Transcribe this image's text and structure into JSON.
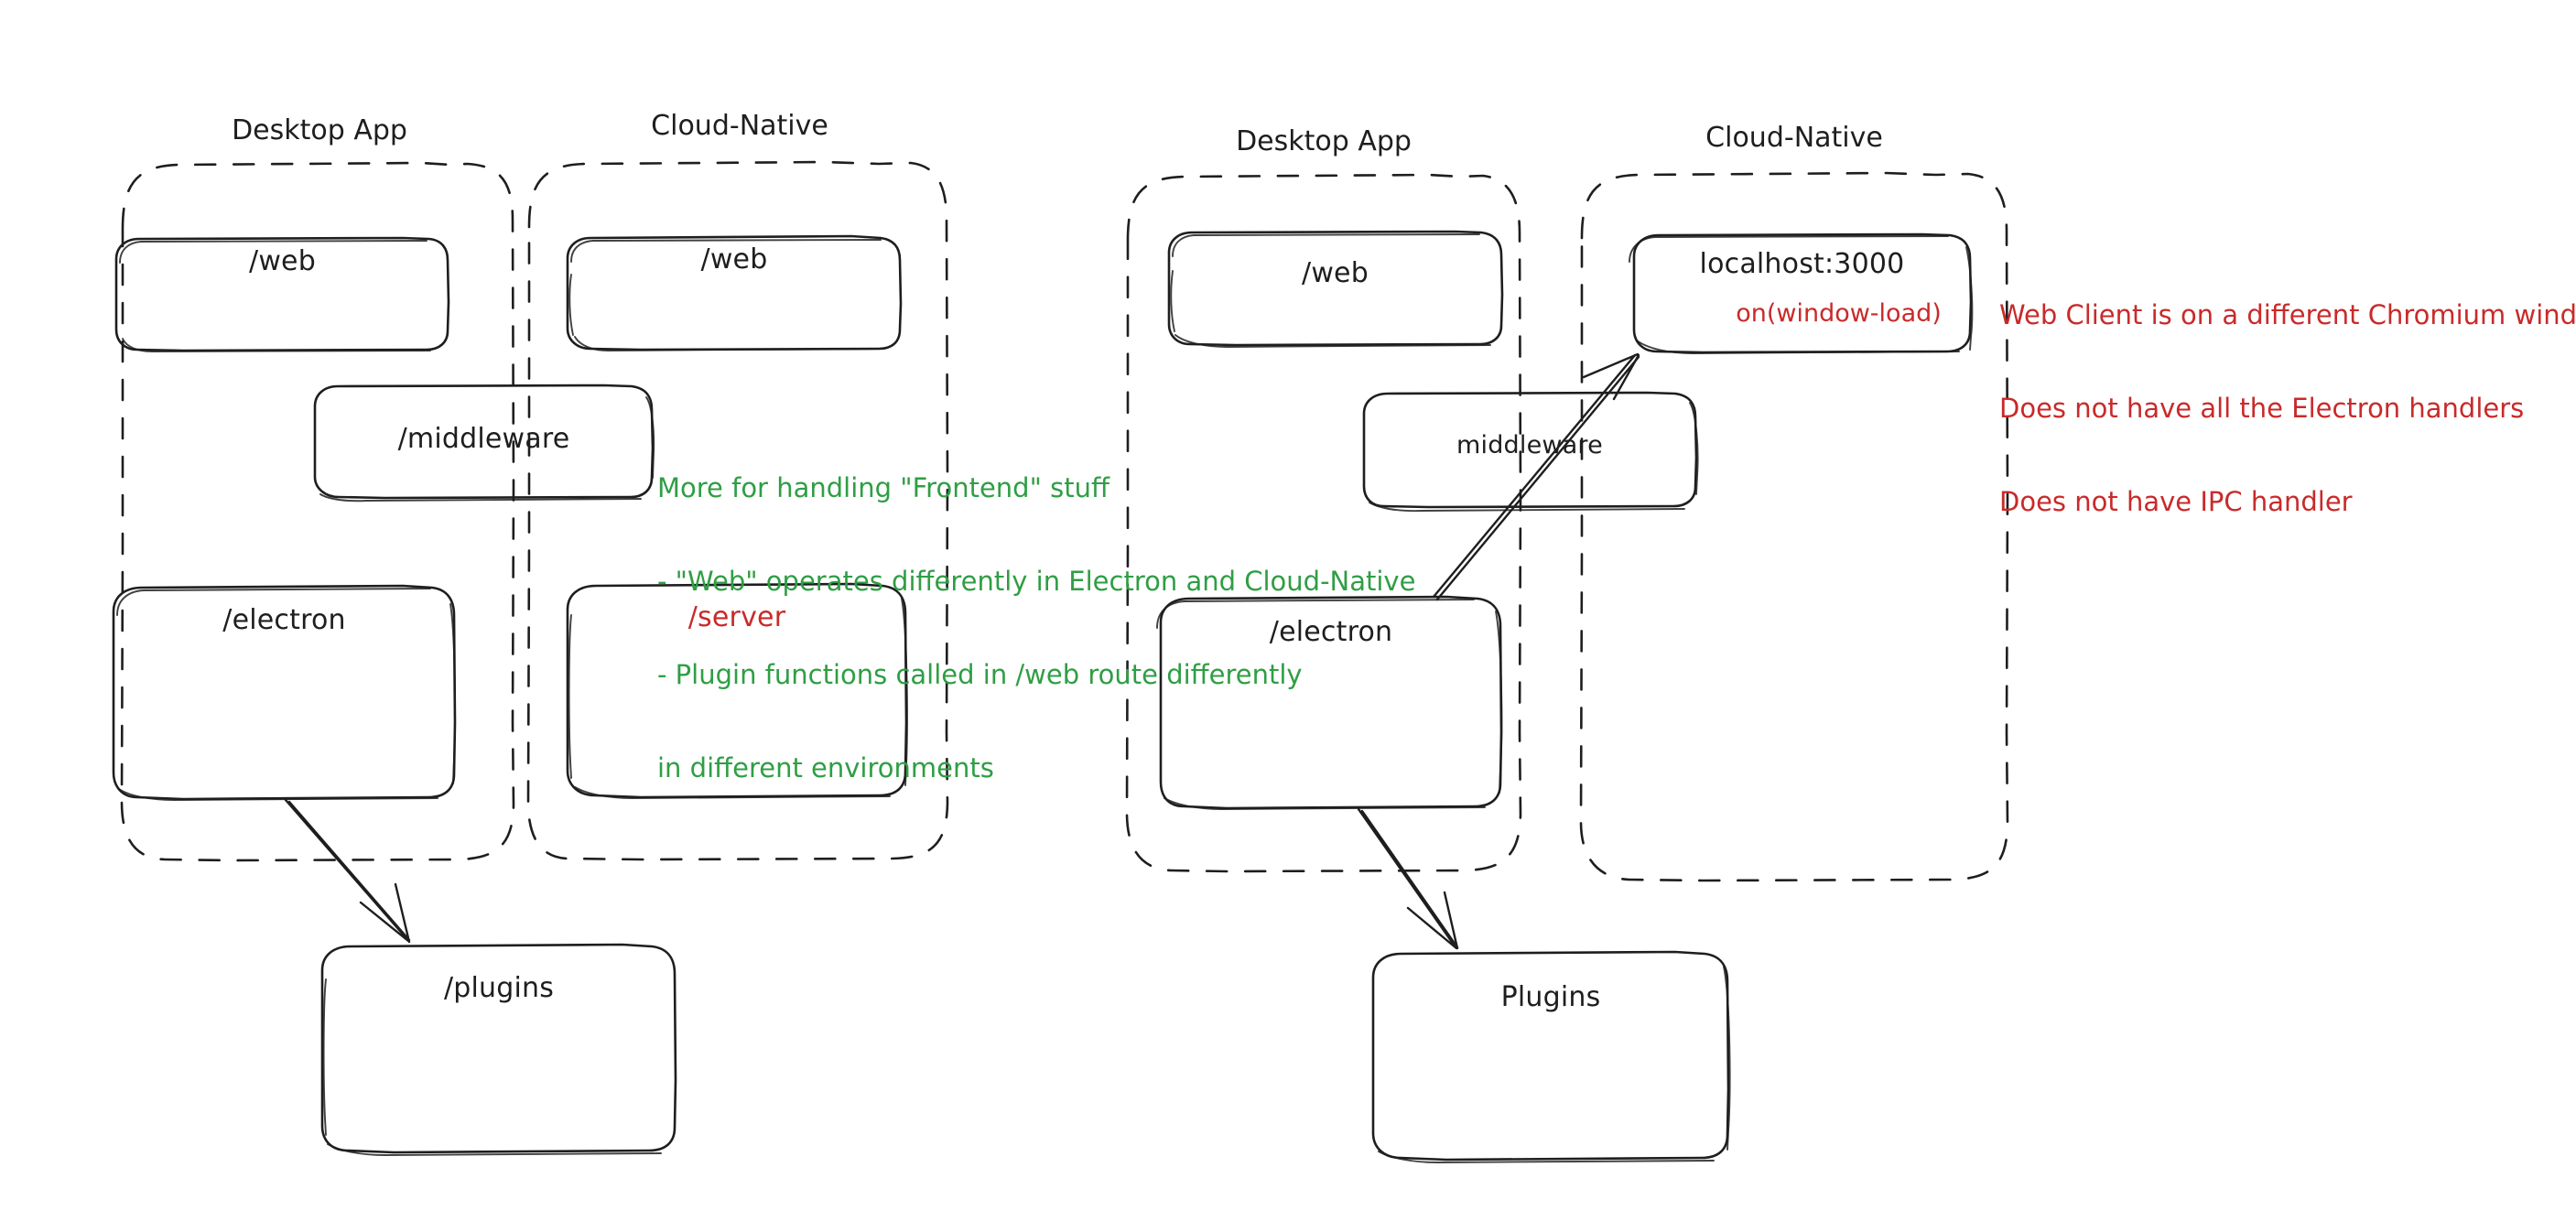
{
  "diagram": {
    "title_hidden": true,
    "style": "hand-drawn",
    "background": "#ffffff",
    "colors": {
      "stroke": "#1e1e1e",
      "green": "#2f9e44",
      "red": "#c92a2a"
    }
  },
  "left_diagram": {
    "groups": [
      {
        "label": "Desktop App"
      },
      {
        "label": "Cloud-Native"
      }
    ],
    "nodes": [
      {
        "label": "/web",
        "color": "#1e1e1e"
      },
      {
        "label": "/web",
        "color": "#1e1e1e"
      },
      {
        "label": "/middleware",
        "color": "#1e1e1e"
      },
      {
        "label": "/electron",
        "color": "#1e1e1e"
      },
      {
        "label": "/server",
        "color": "#c92a2a"
      },
      {
        "label": "/plugins",
        "color": "#1e1e1e"
      }
    ],
    "annotation_green": [
      "More for handling \"Frontend\" stuff",
      "- \"Web\" operates differently in Electron and Cloud-Native",
      "- Plugin functions called in /web route differently",
      "in different environments"
    ]
  },
  "right_diagram": {
    "groups": [
      {
        "label": "Desktop App"
      },
      {
        "label": "Cloud-Native"
      }
    ],
    "nodes": [
      {
        "label": "/web",
        "color": "#1e1e1e"
      },
      {
        "label": "localhost:3000",
        "color": "#1e1e1e",
        "sub_label": "on(window-load)",
        "sub_color": "#c92a2a"
      },
      {
        "label": "middleware",
        "color": "#1e1e1e"
      },
      {
        "label": "/electron",
        "color": "#1e1e1e"
      },
      {
        "label": "Plugins",
        "color": "#1e1e1e"
      }
    ],
    "annotation_red": [
      "Web Client is on a different Chromium window",
      "Does not have all the Electron handlers",
      "Does not have IPC handler"
    ]
  }
}
